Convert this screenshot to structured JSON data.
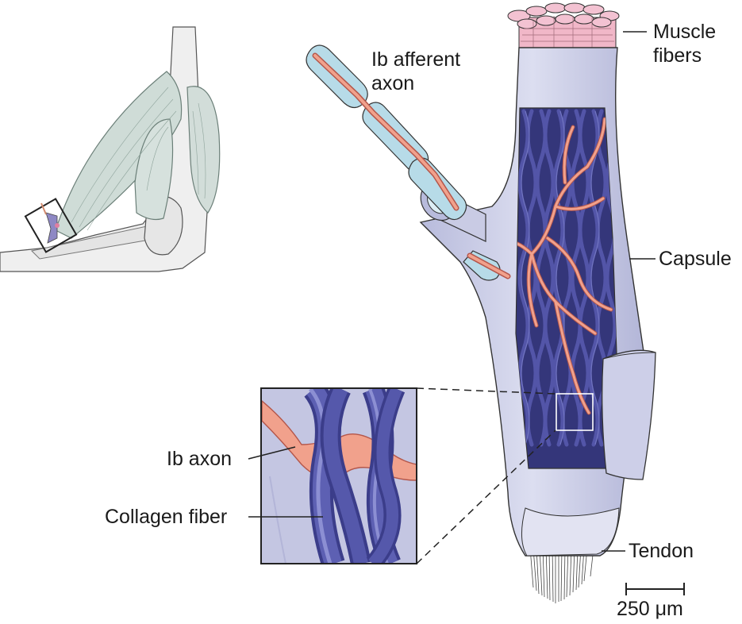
{
  "labels": {
    "muscle_fibers": [
      "Muscle",
      "fibers"
    ],
    "ib_afferent_axon": [
      "Ib afferent",
      "axon"
    ],
    "capsule": "Capsule",
    "ib_axon": "Ib axon",
    "collagen_fiber": "Collagen fiber",
    "tendon": "Tendon",
    "scale_bar": "250 μm"
  },
  "colors": {
    "capsule": "#c9cbe4",
    "capsule_shadow": "#a9acd0",
    "collagen": "#4a4c9c",
    "axon": "#f1a18c",
    "axon_outline": "#b4564a",
    "myelin": "#b7dbe8",
    "muscle_fibers": "#f1b7c8",
    "arm_muscle": "#cfdcd7",
    "bone": "#e8e8e8"
  }
}
